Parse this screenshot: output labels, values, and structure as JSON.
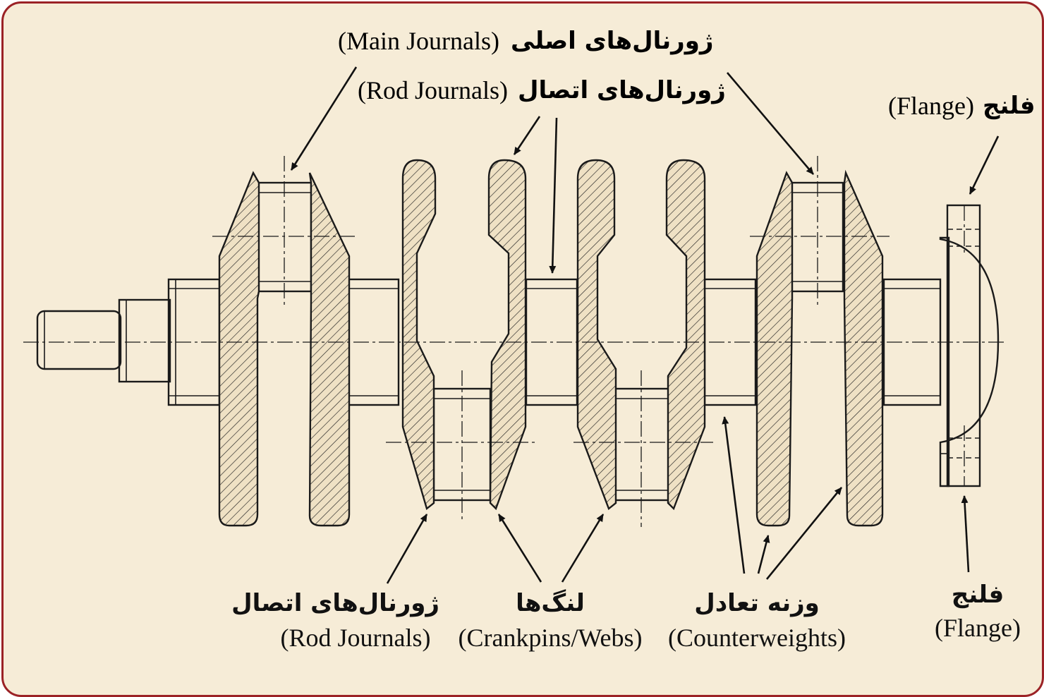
{
  "labels": {
    "main_journals": {
      "fa": "ژورنال‌های اصلی",
      "en": "(Main Journals)"
    },
    "rod_journals_top": {
      "fa": "ژورنال‌های اتصال",
      "en": "(Rod Journals)"
    },
    "flange_top": {
      "fa": "فلنج",
      "en": "(Flange)"
    },
    "rod_journals_bottom": {
      "fa": "ژورنال‌های اتصال",
      "en": "(Rod Journals)"
    },
    "webs": {
      "fa": "لنگ‌ها",
      "en": "(Crankpins/Webs)"
    },
    "counterweights": {
      "fa": "وزنه تعادل",
      "en": "(Counterweights)"
    },
    "flange_bottom": {
      "fa": "فلنج",
      "en": "(Flange)"
    }
  },
  "colors": {
    "frame": "#9b2226",
    "paper": "#f6ecd7",
    "ink": "#1a1a1a",
    "hatch_bg": "#efe1c4"
  }
}
